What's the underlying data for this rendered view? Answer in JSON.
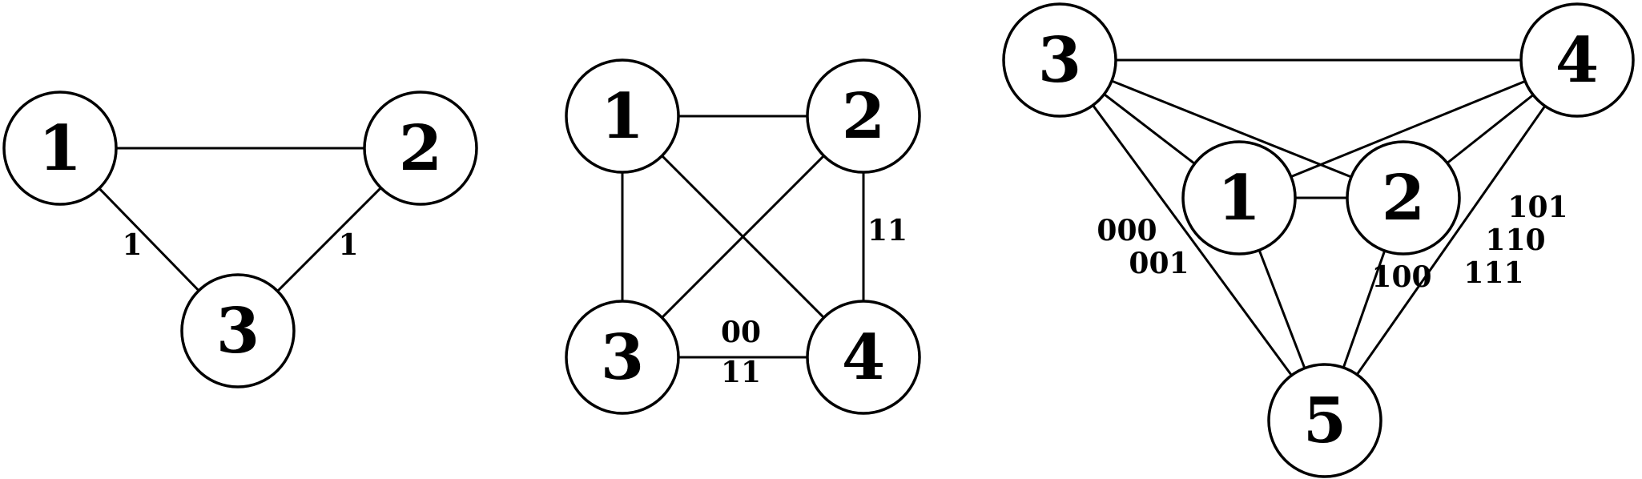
{
  "colors": {
    "stroke": "#000000",
    "fill": "#ffffff",
    "background": "#ffffff"
  },
  "graphs": [
    {
      "nodes": [
        {
          "id": "1",
          "label": "1"
        },
        {
          "id": "2",
          "label": "2"
        },
        {
          "id": "3",
          "label": "3"
        }
      ],
      "edges": [
        [
          "1",
          "2"
        ],
        [
          "1",
          "3"
        ],
        [
          "2",
          "3"
        ]
      ],
      "edge_labels": [
        "1",
        "1"
      ]
    },
    {
      "nodes": [
        {
          "id": "1",
          "label": "1"
        },
        {
          "id": "2",
          "label": "2"
        },
        {
          "id": "3",
          "label": "3"
        },
        {
          "id": "4",
          "label": "4"
        }
      ],
      "edges": [
        [
          "1",
          "2"
        ],
        [
          "1",
          "3"
        ],
        [
          "1",
          "4"
        ],
        [
          "2",
          "3"
        ],
        [
          "2",
          "4"
        ],
        [
          "3",
          "4"
        ]
      ],
      "edge_labels": [
        "11",
        "00",
        "11"
      ]
    },
    {
      "nodes": [
        {
          "id": "1",
          "label": "1"
        },
        {
          "id": "2",
          "label": "2"
        },
        {
          "id": "3",
          "label": "3"
        },
        {
          "id": "4",
          "label": "4"
        },
        {
          "id": "5",
          "label": "5"
        }
      ],
      "edges": [
        [
          "3",
          "4"
        ],
        [
          "3",
          "1"
        ],
        [
          "3",
          "2"
        ],
        [
          "3",
          "5"
        ],
        [
          "4",
          "1"
        ],
        [
          "4",
          "2"
        ],
        [
          "4",
          "5"
        ],
        [
          "1",
          "2"
        ],
        [
          "1",
          "5"
        ],
        [
          "2",
          "5"
        ]
      ],
      "edge_labels": [
        "000",
        "001",
        "100",
        "101",
        "110",
        "111"
      ]
    }
  ]
}
